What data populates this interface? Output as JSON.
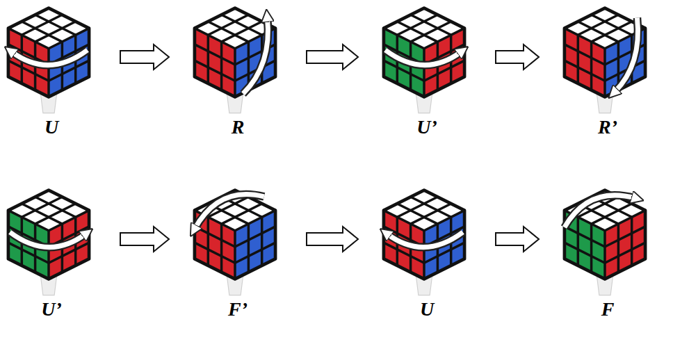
{
  "diagram": {
    "nodes": [
      {
        "text": [
          "U"
        ]
      },
      {
        "text": [
          "R"
        ]
      },
      {
        "text": [
          "U’"
        ]
      },
      {
        "text": [
          "R’"
        ]
      },
      {
        "text": [
          "U’"
        ]
      },
      {
        "text": [
          "F’"
        ]
      },
      {
        "text": [
          "U"
        ]
      },
      {
        "text": [
          "F"
        ]
      }
    ],
    "edges": [
      {
        "from": 0,
        "to": 1,
        "arrow": "to"
      },
      {
        "from": 1,
        "to": 2,
        "arrow": "to"
      },
      {
        "from": 2,
        "to": 3,
        "arrow": "to"
      },
      {
        "from": 4,
        "to": 5,
        "arrow": "to"
      },
      {
        "from": 5,
        "to": 6,
        "arrow": "to"
      },
      {
        "from": 6,
        "to": 7,
        "arrow": "to"
      }
    ]
  }
}
